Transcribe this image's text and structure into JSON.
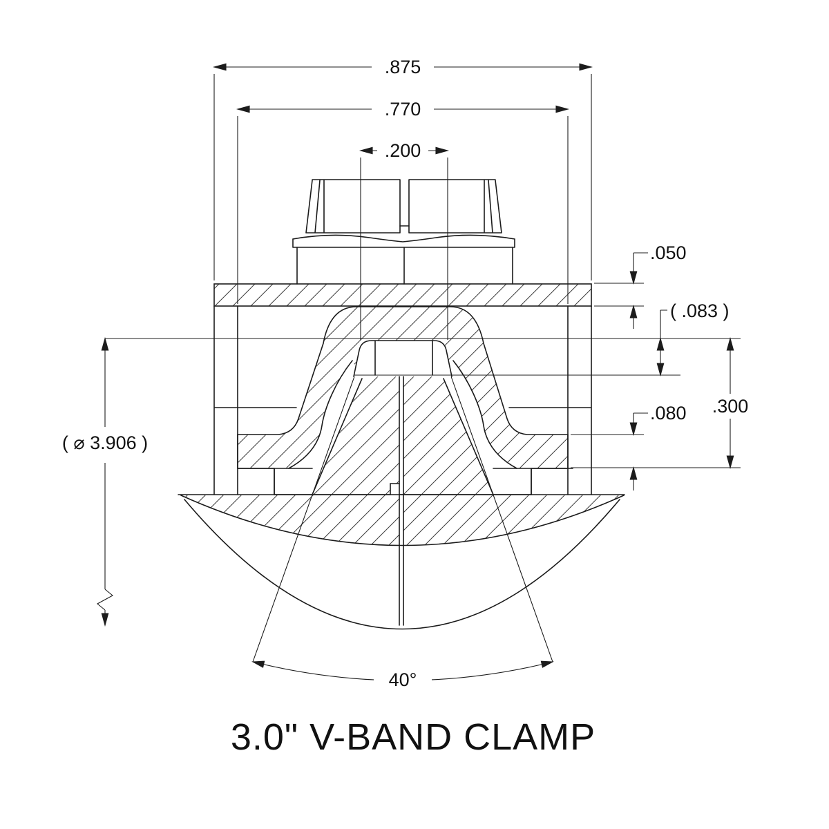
{
  "drawing_title": "3.0\" V-BAND CLAMP",
  "dimensions": {
    "overall_width": ".875",
    "inner_width": ".770",
    "slot_width": ".200",
    "band_thickness": ".050",
    "wall_ref": "( .083 )",
    "retainer_height": ".300",
    "foot_height": ".080",
    "flange_diameter_ref": "( ⌀ 3.906 )",
    "v_angle": "40°"
  }
}
